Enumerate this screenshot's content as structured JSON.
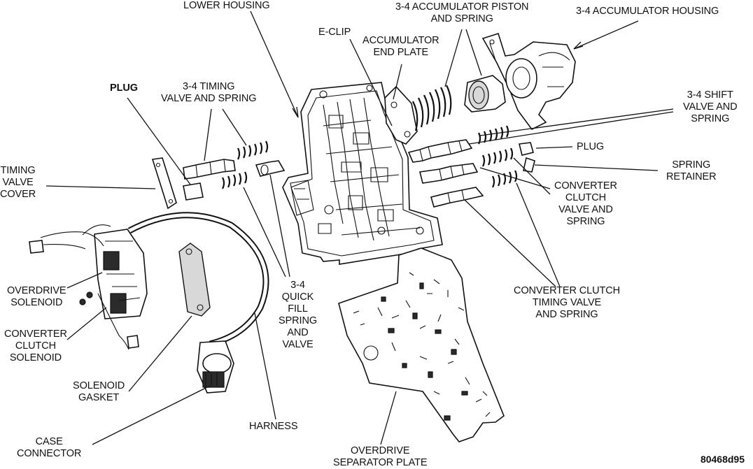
{
  "diagram": {
    "figure_id": "80468d95",
    "labels": {
      "lower_housing": [
        "LOWER HOUSING"
      ],
      "accum_piston": [
        "3-4 ACCUMULATOR PISTON",
        "AND SPRING"
      ],
      "accum_housing": [
        "3-4 ACCUMULATOR HOUSING"
      ],
      "e_clip": [
        "E-CLIP"
      ],
      "accum_end_plate": [
        "ACCUMULATOR",
        "END PLATE"
      ],
      "plug_left": [
        "PLUG"
      ],
      "timing_valve": [
        "3-4 TIMING",
        "VALVE AND SPRING"
      ],
      "shift_valve": [
        "3-4 SHIFT",
        "VALVE AND",
        "SPRING"
      ],
      "plug_right": [
        "PLUG"
      ],
      "spring_retainer": [
        "SPRING",
        "RETAINER"
      ],
      "timing_valve_cover": [
        "TIMING",
        "VALVE",
        "COVER"
      ],
      "converter_clutch_valve": [
        "CONVERTER",
        "CLUTCH",
        "VALVE AND",
        "SPRING"
      ],
      "overdrive_solenoid": [
        "OVERDRIVE",
        "SOLENOID"
      ],
      "quick_fill": [
        "3-4",
        "QUICK",
        "FILL",
        "SPRING",
        "AND",
        "VALVE"
      ],
      "cc_timing_valve": [
        "CONVERTER CLUTCH",
        "TIMING VALVE",
        "AND SPRING"
      ],
      "cc_solenoid": [
        "CONVERTER",
        "CLUTCH",
        "SOLENOID"
      ],
      "solenoid_gasket": [
        "SOLENOID",
        "GASKET"
      ],
      "harness": [
        "HARNESS"
      ],
      "case_connector": [
        "CASE",
        "CONNECTOR"
      ],
      "separator_plate": [
        "OVERDRIVE",
        "SEPARATOR PLATE"
      ]
    }
  }
}
